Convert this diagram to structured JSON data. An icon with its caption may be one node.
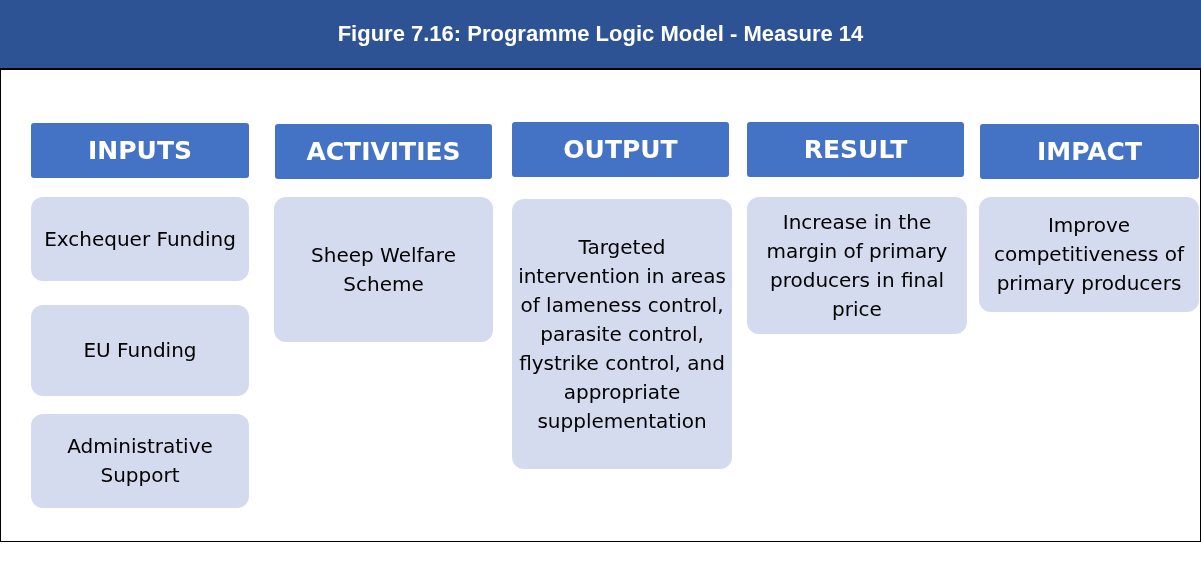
{
  "diagram": {
    "title": "Figure 7.16: Programme Logic Model - Measure 14",
    "nodes": [
      {
        "text": [
          "INPUTS"
        ]
      },
      {
        "text": [
          "ACTIVITIES"
        ]
      },
      {
        "text": [
          "OUTPUT"
        ]
      },
      {
        "text": [
          "RESULT"
        ]
      },
      {
        "text": [
          "IMPACT"
        ]
      },
      {
        "text": [
          "Exchequer Funding"
        ]
      },
      {
        "text": [
          "EU Funding"
        ]
      },
      {
        "text": [
          "Administrative Support"
        ]
      },
      {
        "text": [
          "Sheep Welfare Scheme"
        ]
      },
      {
        "text": [
          "Targeted intervention in areas of lameness control, parasite control, flystrike control, and appropriate supplementation"
        ]
      },
      {
        "text": [
          "Increase in the margin of primary producers in final price"
        ]
      },
      {
        "text": [
          "Improve competitiveness of primary producers"
        ]
      }
    ],
    "edges": []
  }
}
